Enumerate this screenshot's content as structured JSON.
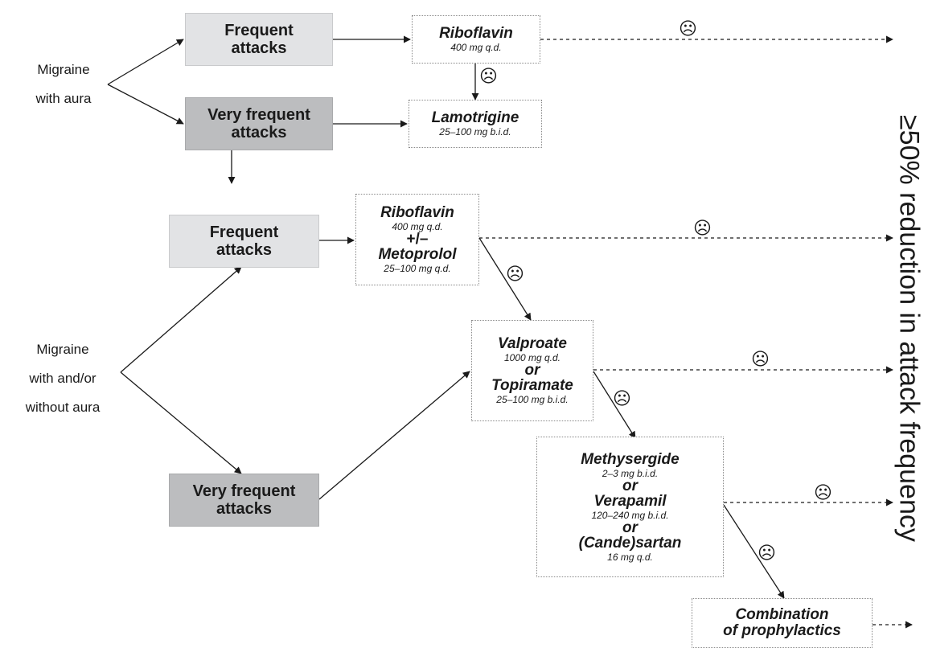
{
  "migraine_groups": [
    {
      "line1": "Migraine",
      "line2": "with aura"
    },
    {
      "line1": "Migraine",
      "line2": "with and/or",
      "line3": "without aura"
    }
  ],
  "attack_boxes": {
    "top_frequent": {
      "line1": "Frequent",
      "line2": "attacks"
    },
    "top_very_frequent": {
      "line1": "Very frequent",
      "line2": "attacks"
    },
    "bottom_frequent": {
      "line1": "Frequent",
      "line2": "attacks"
    },
    "bottom_very_frequent": {
      "line1": "Very frequent",
      "line2": "attacks"
    }
  },
  "treatments": {
    "riboflavin_top": {
      "drug": "Riboflavin",
      "dose": "400 mg q.d."
    },
    "lamotrigine": {
      "drug": "Lamotrigine",
      "dose": "25–100 mg b.i.d."
    },
    "riboflavin_metoprolol": {
      "drug1": "Riboflavin",
      "dose1": "400 mg q.d.",
      "connector": "+/–",
      "drug2": "Metoprolol",
      "dose2": "25–100 mg q.d."
    },
    "valproate_topiramate": {
      "drug1": "Valproate",
      "dose1": "1000 mg q.d.",
      "connector": "or",
      "drug2": "Topiramate",
      "dose2": "25–100 mg b.i.d."
    },
    "methysergide_group": {
      "drug1": "Methysergide",
      "dose1": "2–3 mg b.i.d.",
      "or1": "or",
      "drug2": "Verapamil",
      "dose2": "120–240 mg b.i.d.",
      "or2": "or",
      "drug3": "(Cande)sartan",
      "dose3": "16 mg q.d."
    },
    "combination": {
      "line1": "Combination",
      "line2": "of prophylactics"
    }
  },
  "failure_symbol": "☹",
  "outcome_label": "≥50% reduction in attack frequency",
  "colors": {
    "light_box": "#e2e3e5",
    "dark_box": "#bcbdbf",
    "border_dotted": "#8a8a8a",
    "ink": "#1a1a1a"
  }
}
